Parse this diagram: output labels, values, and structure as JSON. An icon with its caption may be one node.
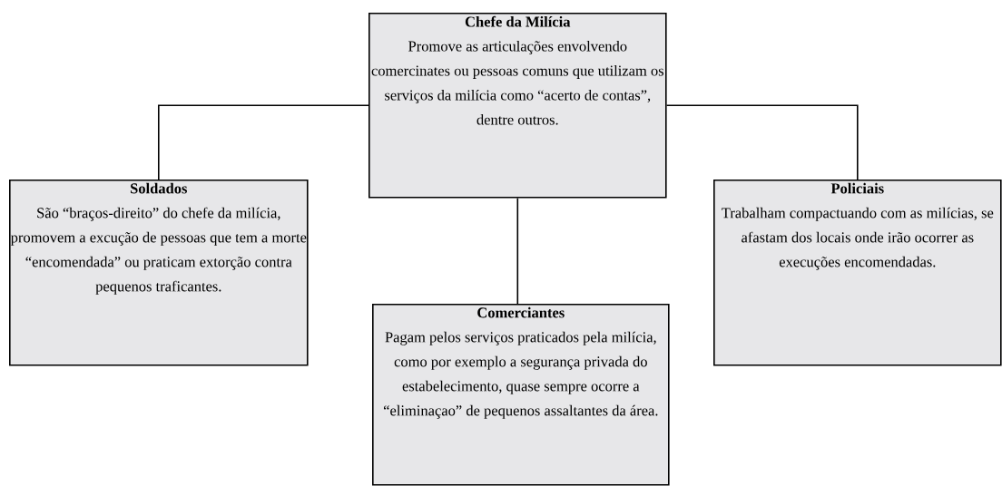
{
  "diagram": {
    "nodes": [
      {
        "text": [
          "Chefe da Milícia",
          "Promove as articulações envolvendo comercinates ou pessoas comuns que utilizam os serviços da milícia como “acerto de contas”, dentre outros."
        ]
      },
      {
        "text": [
          "Soldados",
          "São “braços-direito” do chefe da milícia, promovem a excução de pessoas que tem a morte “encomendada” ou praticam extorção contra pequenos traficantes."
        ]
      },
      {
        "text": [
          "Policiais",
          "Trabalham compactuando com as milícias, se afastam dos locais onde irão ocorrer as execuções encomendadas."
        ]
      },
      {
        "text": [
          "Comerciantes",
          "Pagam pelos serviços praticados pela milícia, como por exemplo a segurança privada do estabelecimento, quase sempre ocorre a “eliminaçao” de pequenos assaltantes da área."
        ]
      }
    ],
    "edges": [
      {
        "from": 0,
        "to": 1,
        "arrow": "none"
      },
      {
        "from": 0,
        "to": 2,
        "arrow": "none"
      },
      {
        "from": 0,
        "to": 3,
        "arrow": "none"
      }
    ]
  }
}
